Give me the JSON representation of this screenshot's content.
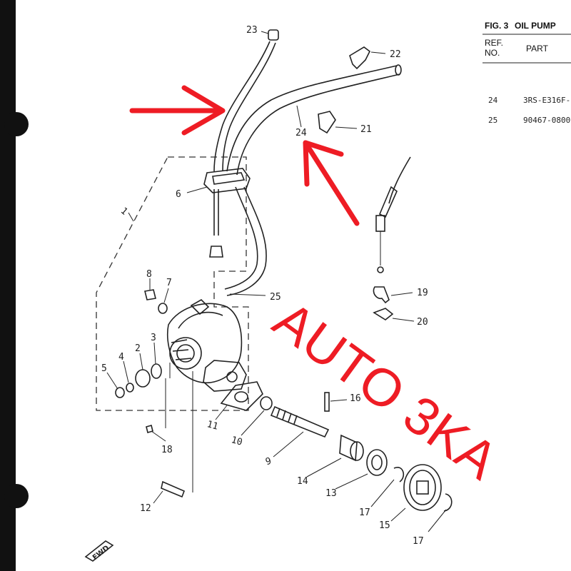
{
  "figure": {
    "fig_label": "FIG. 3",
    "fig_title": "OIL PUMP"
  },
  "parts_table": {
    "col_ref_line1": "REF.",
    "col_ref_line2": "NO.",
    "col_part": "PART",
    "rows": [
      {
        "ref": "24",
        "part": "3RS-E316F-"
      },
      {
        "ref": "25",
        "part": "90467-0800"
      }
    ]
  },
  "callouts": [
    "1",
    "2",
    "3",
    "4",
    "5",
    "6",
    "7",
    "8",
    "9",
    "10",
    "11",
    "12",
    "13",
    "14",
    "15",
    "16",
    "17",
    "17",
    "18",
    "19",
    "20",
    "21",
    "22",
    "23",
    "24",
    "25"
  ],
  "fwd_badge": "FWD",
  "watermark": "AUTO 3KA",
  "colors": {
    "arrow": "#ee1c24",
    "watermark": "#ee1c24",
    "lineart": "#222222",
    "binder": "#111111"
  }
}
